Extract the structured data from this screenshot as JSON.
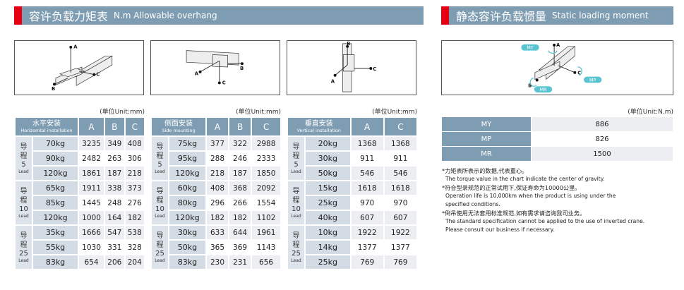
{
  "left_header": {
    "cn": "容许负载力矩表",
    "en": "N.m  Allowable overhang"
  },
  "right_header": {
    "cn": "静态容许负载惯量",
    "en": "Static loading moment"
  },
  "diagram_labels": {
    "a": "A",
    "b": "B",
    "c": "C",
    "my": "MY",
    "mp": "MP",
    "mr": "MR"
  },
  "unit_mm": "(单位Unit:mm)",
  "unit_nm": "(单位Unit:N.m)",
  "tables": [
    {
      "title_cn": "水平安装",
      "title_en": "Horizomtal installation",
      "cols": [
        "A",
        "B",
        "C"
      ],
      "groups": [
        {
          "cn": "导程",
          "num": "5",
          "en": "Lead",
          "rows": [
            [
              "70kg",
              "3235",
              "349",
              "408"
            ],
            [
              "90kg",
              "2482",
              "263",
              "306"
            ],
            [
              "120kg",
              "1861",
              "187",
              "218"
            ]
          ]
        },
        {
          "cn": "导程",
          "num": "10",
          "en": "Lead",
          "rows": [
            [
              "65kg",
              "1911",
              "338",
              "373"
            ],
            [
              "85kg",
              "1445",
              "248",
              "276"
            ],
            [
              "120kg",
              "1000",
              "164",
              "182"
            ]
          ]
        },
        {
          "cn": "导程",
          "num": "25",
          "en": "Lead",
          "rows": [
            [
              "35kg",
              "1666",
              "547",
              "538"
            ],
            [
              "55kg",
              "1030",
              "331",
              "328"
            ],
            [
              "83kg",
              "654",
              "206",
              "204"
            ]
          ]
        }
      ]
    },
    {
      "title_cn": "侧面安装",
      "title_en": "Side mounting",
      "cols": [
        "A",
        "B",
        "C"
      ],
      "groups": [
        {
          "cn": "导程",
          "num": "5",
          "en": "Lead",
          "rows": [
            [
              "75kg",
              "377",
              "322",
              "2988"
            ],
            [
              "95kg",
              "288",
              "246",
              "2333"
            ],
            [
              "120kg",
              "218",
              "187",
              "1850"
            ]
          ]
        },
        {
          "cn": "导程",
          "num": "10",
          "en": "Lead",
          "rows": [
            [
              "60kg",
              "408",
              "368",
              "2092"
            ],
            [
              "80kg",
              "296",
              "266",
              "1554"
            ],
            [
              "120kg",
              "182",
              "182",
              "1102"
            ]
          ]
        },
        {
          "cn": "导程",
          "num": "25",
          "en": "Lead",
          "rows": [
            [
              "30kg",
              "633",
              "644",
              "1961"
            ],
            [
              "50kg",
              "365",
              "369",
              "1143"
            ],
            [
              "83kg",
              "230",
              "231",
              "656"
            ]
          ]
        }
      ]
    },
    {
      "title_cn": "垂直安装",
      "title_en": "Vertical installation",
      "cols": [
        "A",
        "C"
      ],
      "groups": [
        {
          "cn": "导程",
          "num": "5",
          "en": "Lead",
          "rows": [
            [
              "20kg",
              "1368",
              "1368"
            ],
            [
              "30kg",
              "911",
              "911"
            ],
            [
              "50kg",
              "546",
              "546"
            ]
          ]
        },
        {
          "cn": "导程",
          "num": "10",
          "en": "Lead",
          "rows": [
            [
              "15kg",
              "1618",
              "1618"
            ],
            [
              "25kg",
              "970",
              "970"
            ],
            [
              "40kg",
              "607",
              "607"
            ]
          ]
        },
        {
          "cn": "导程",
          "num": "25",
          "en": "Lead",
          "rows": [
            [
              "10kg",
              "1922",
              "1922"
            ],
            [
              "14kg",
              "1377",
              "1377"
            ],
            [
              "25kg",
              "769",
              "769"
            ]
          ]
        }
      ]
    }
  ],
  "moment": [
    [
      "MY",
      "886"
    ],
    [
      "MP",
      "826"
    ],
    [
      "MR",
      "1500"
    ]
  ],
  "notes": [
    {
      "cn": "*力矩表所表示的数据,代表重心。",
      "en": [
        "The torque value in the chart indicate the center of gravity."
      ]
    },
    {
      "cn": "*符合型录规范的正常试用下,保证寿命为10000公里。",
      "en": [
        "Operation life is 10,000km when the product is using under the",
        "specified conditions."
      ]
    },
    {
      "cn": "*倒吊使用无法套用标准规范,如有需求请咨询我司业务。",
      "en": [
        "The standard specification cannot be applied to the use of inverted crane.",
        "Please consult our business if necessary."
      ]
    }
  ]
}
